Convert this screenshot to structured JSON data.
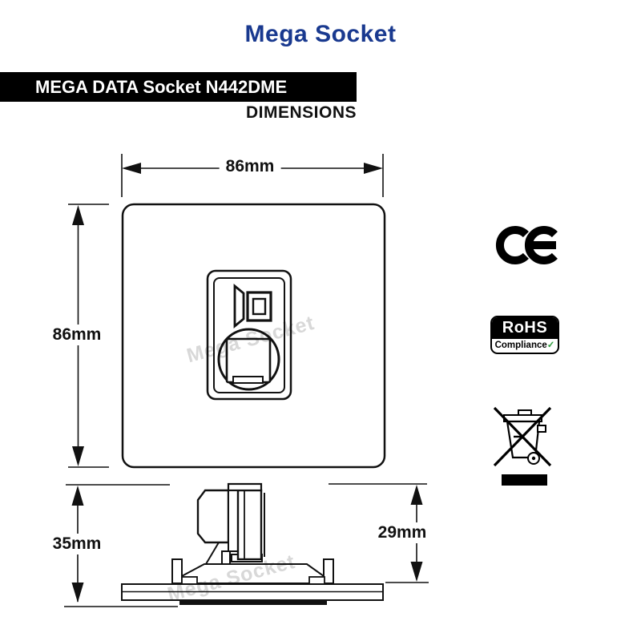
{
  "title": {
    "text": "Mega Socket",
    "color": "#19398f"
  },
  "product_banner": {
    "text": "MEGA DATA Socket N442DME",
    "bg": "#000000",
    "text_color": "#ffffff"
  },
  "section_label": "DIMENSIONS",
  "watermark": {
    "text": "Mega Socket",
    "color": "#d8d8d8"
  },
  "front_view": {
    "width_label": "86mm",
    "height_label": "86mm"
  },
  "side_view": {
    "total_depth_label": "35mm",
    "projection_depth_label": "29mm"
  },
  "certifications": {
    "ce": {
      "icon": "ce-mark-icon"
    },
    "rohs": {
      "title": "RoHS",
      "subtitle": "Compliance",
      "check": "✓",
      "check_color": "#2e9e3e"
    },
    "weee": {
      "icon": "weee-crossed-bin-icon"
    }
  }
}
